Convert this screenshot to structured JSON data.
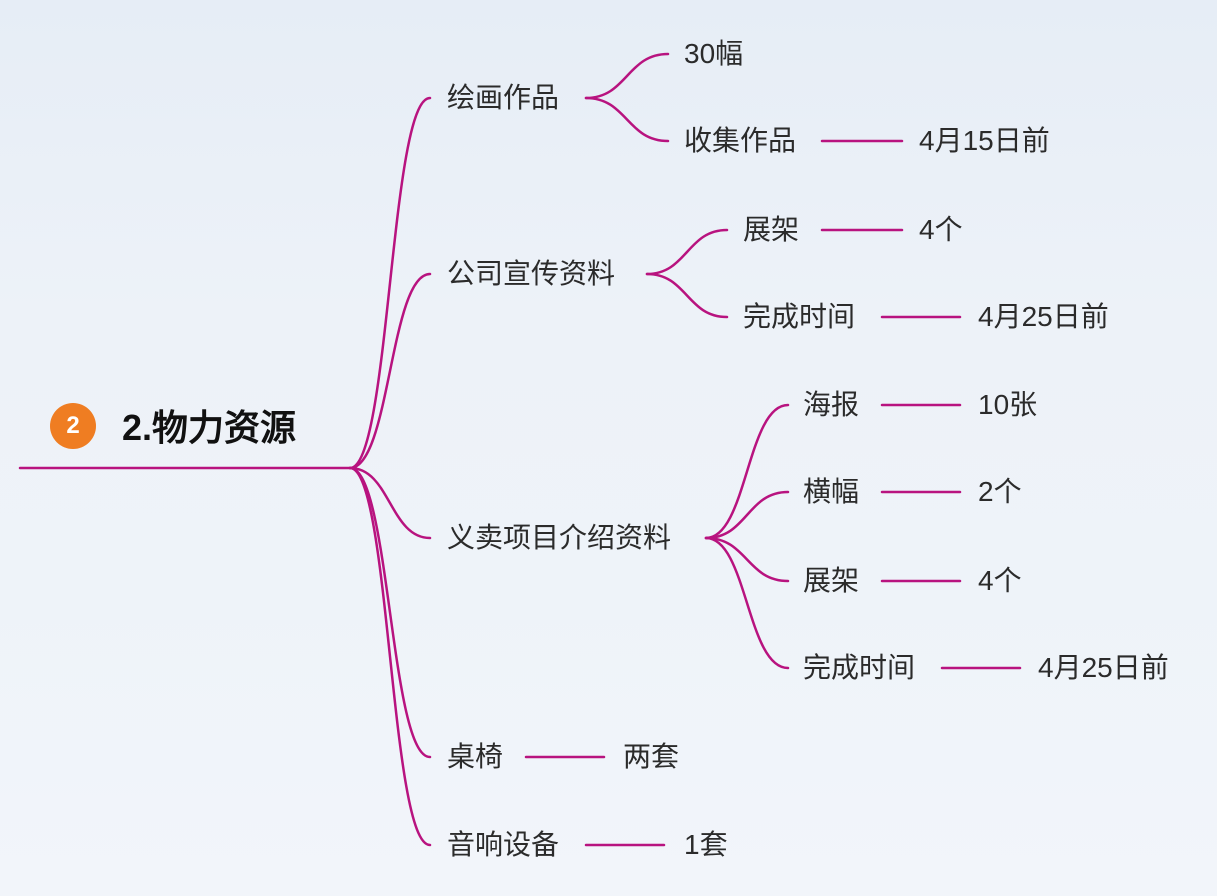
{
  "colors": {
    "line": "#b8137f",
    "badge": "#ef7d22"
  },
  "root": {
    "badge": "2",
    "title": "2.物力资源"
  },
  "branches": [
    {
      "label": "绘画作品",
      "children": [
        {
          "label": "30幅"
        },
        {
          "label": "收集作品",
          "value": "4月15日前"
        }
      ]
    },
    {
      "label": "公司宣传资料",
      "children": [
        {
          "label": "展架",
          "value": "4个"
        },
        {
          "label": "完成时间",
          "value": "4月25日前"
        }
      ]
    },
    {
      "label": "义卖项目介绍资料",
      "children": [
        {
          "label": "海报",
          "value": "10张"
        },
        {
          "label": "横幅",
          "value": "2个"
        },
        {
          "label": "展架",
          "value": "4个"
        },
        {
          "label": "完成时间",
          "value": "4月25日前"
        }
      ]
    },
    {
      "label": "桌椅",
      "value": "两套"
    },
    {
      "label": "音响设备",
      "value": "1套"
    }
  ]
}
